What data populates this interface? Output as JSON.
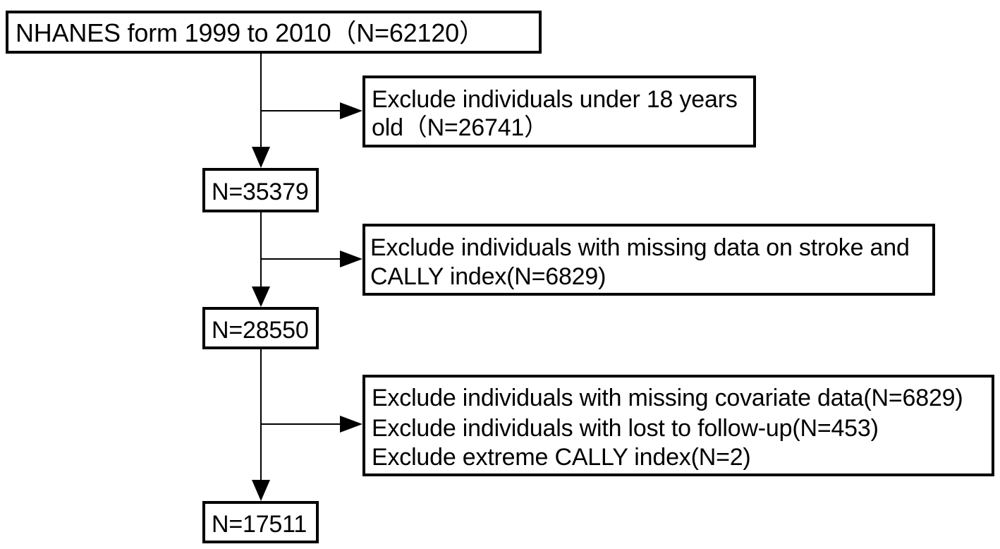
{
  "boxes": {
    "source": "NHANES form 1999 to 2010（N=62120）",
    "n1": "N=35379",
    "n2": "N=28550",
    "n3": "N=17511"
  },
  "exclusions": {
    "e1": [
      "Exclude individuals under 18 years",
      "old（N=26741）"
    ],
    "e2": [
      "Exclude individuals with missing data on stroke and",
      "CALLY index(N=6829)"
    ],
    "e3": [
      "Exclude individuals with missing covariate data(N=6829)",
      "Exclude individuals with lost to follow-up(N=453)",
      "Exclude extreme CALLY index(N=2)"
    ]
  }
}
